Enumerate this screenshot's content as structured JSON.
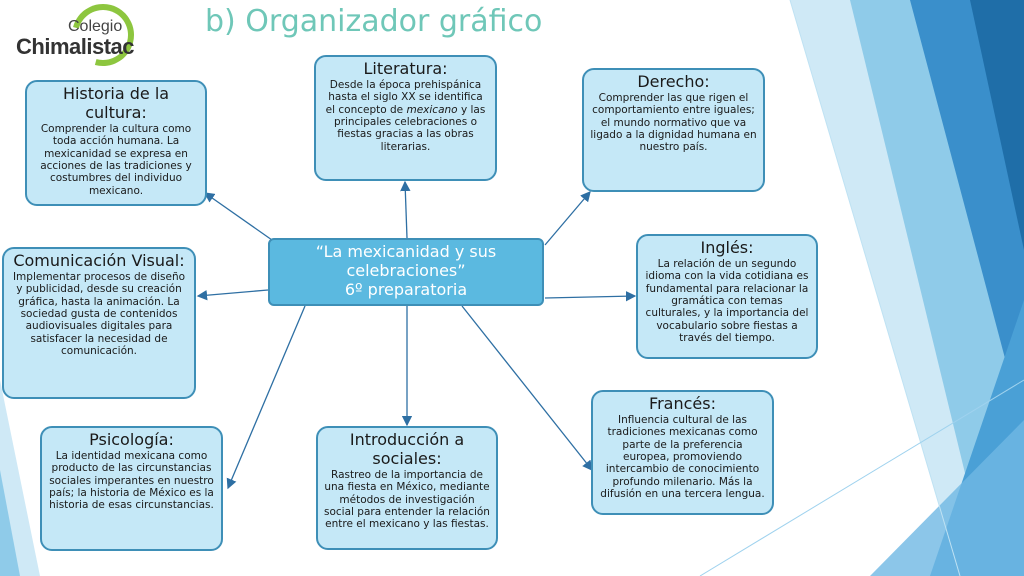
{
  "logo": {
    "top": "Colegio",
    "main": "Chimalistac"
  },
  "title": "b) Organizador gráfico",
  "center": {
    "line1": "“La mexicanidad y sus",
    "line2": "celebraciones”",
    "line3": "6º preparatoria"
  },
  "nodes": {
    "historia": {
      "head": "Historia de la cultura:",
      "body": "Comprender la cultura como toda acción humana. La mexicanidad se expresa en acciones de las tradiciones y costumbres del individuo mexicano."
    },
    "literatura": {
      "head": "Literatura:",
      "body_pre": "Desde la época prehispánica hasta el siglo XX se identifica el concepto de",
      "body_em": "mexicano",
      "body_post": "y las principales celebraciones o fiestas gracias a las obras literarias."
    },
    "derecho": {
      "head": "Derecho:",
      "body": "Comprender las que rigen el comportamiento entre iguales; el mundo normativo que va ligado a la dignidad humana en nuestro país."
    },
    "comunicacion": {
      "head": "Comunicación Visual:",
      "body": "Implementar procesos de diseño y publicidad, desde su creación gráfica, hasta la animación. La sociedad gusta de contenidos audiovisuales digitales para satisfacer la necesidad de comunicación."
    },
    "ingles": {
      "head": "Inglés:",
      "body": "La relación de un segundo idioma con la vida cotidiana es fundamental para relacionar la gramática con temas culturales, y la importancia del vocabulario sobre fiestas a través del tiempo."
    },
    "psicologia": {
      "head": "Psicología:",
      "body": "La identidad mexicana como producto de las circunstancias sociales imperantes en nuestro país; la historia de México es la historia de esas circunstancias."
    },
    "introduccion": {
      "head": "Introducción a sociales:",
      "body": "Rastreo de la importancia de una fiesta en México, mediante métodos de investigación social para entender la relación entre el mexicano y las fiestas."
    },
    "frances": {
      "head": "Francés:",
      "body": "Influencia cultural de las tradiciones mexicanas como parte de la preferencia europea, promoviendo intercambio de conocimiento profundo milenario.  Más la difusión en una tercera lengua."
    }
  },
  "colors": {
    "box_fill": "#c5e8f7",
    "box_border": "#3e8fb7",
    "center_fill": "#5bb9e0",
    "title": "#6fc7b8",
    "logo_ring": "#8dc63f",
    "arrow": "#2e6fa3"
  }
}
